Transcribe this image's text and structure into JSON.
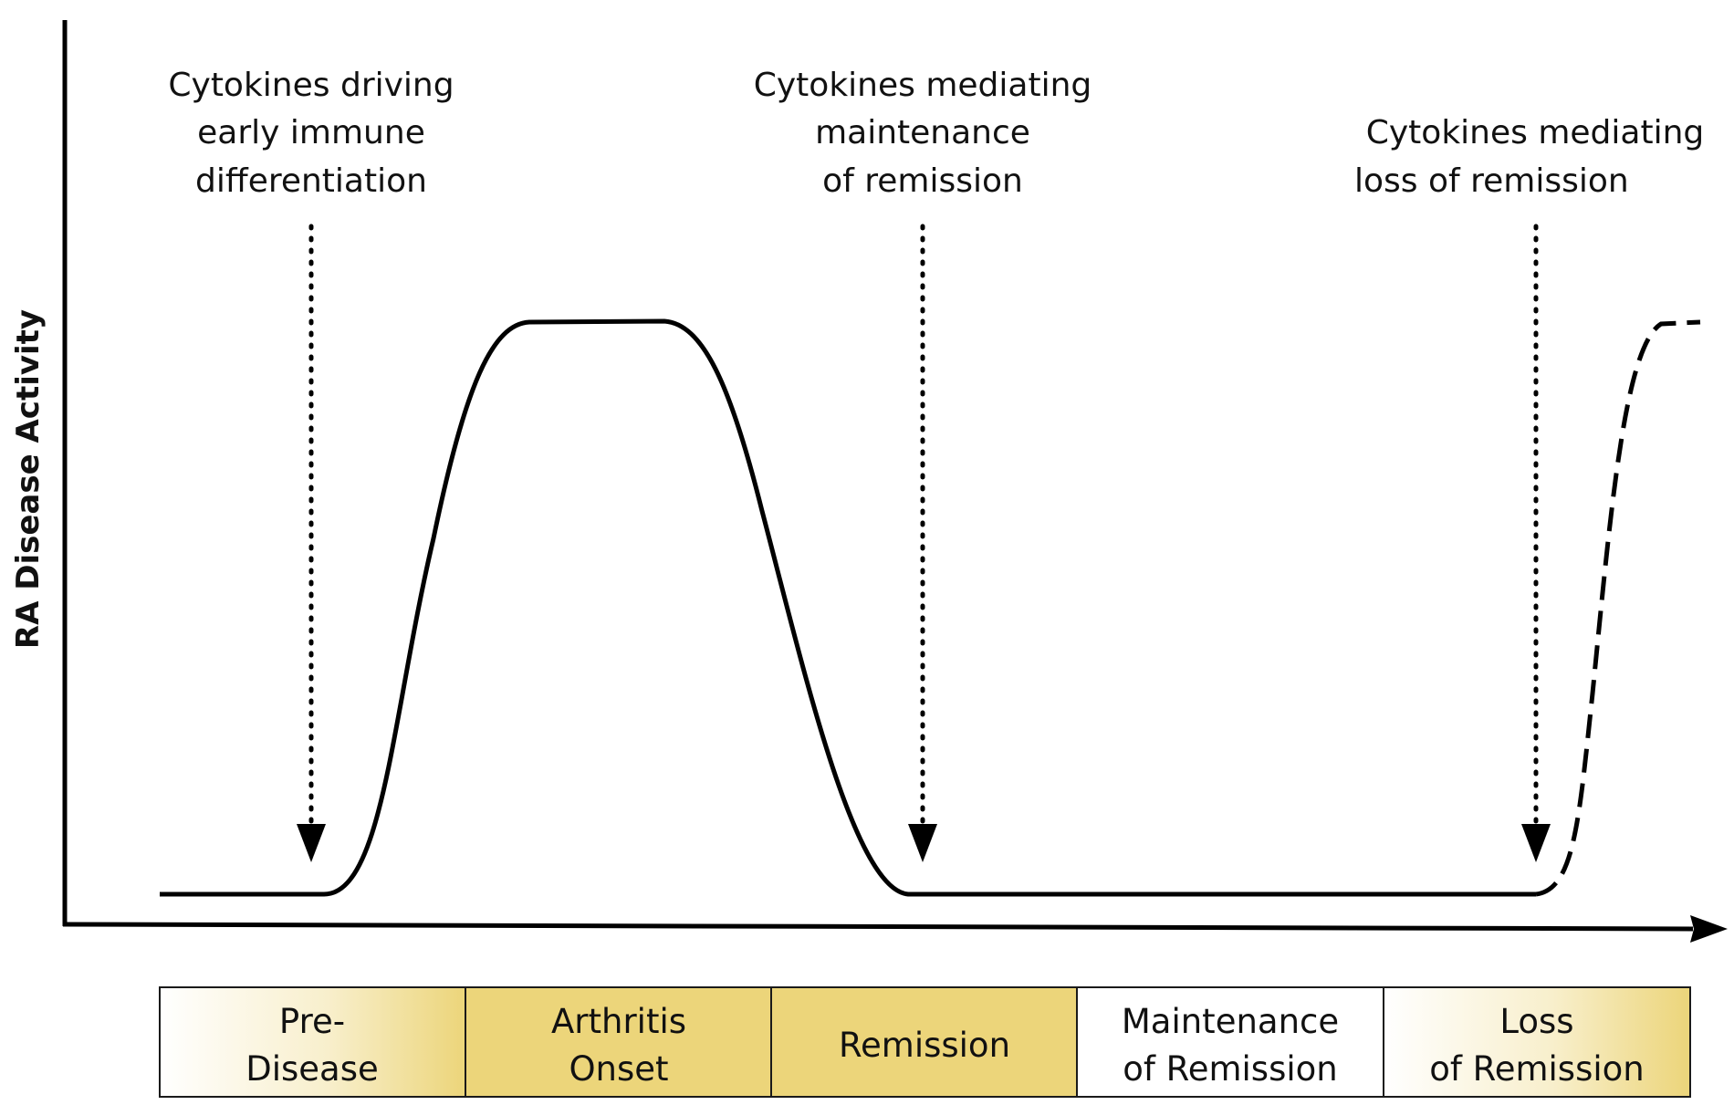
{
  "axis": {
    "y_label": "RA Disease Activity"
  },
  "annotations": [
    {
      "lines": [
        "Cytokines driving",
        "early immune",
        "differentiation"
      ]
    },
    {
      "lines": [
        "Cytokines mediating",
        "maintenance",
        "of remission"
      ]
    },
    {
      "lines": [
        "Cytokines mediating",
        "loss of remission"
      ]
    }
  ],
  "phases": [
    {
      "lines": [
        "Pre-",
        "Disease"
      ],
      "shading": "fade-right"
    },
    {
      "lines": [
        "Arthritis",
        "Onset"
      ],
      "shading": "solid"
    },
    {
      "lines": [
        "Remission"
      ],
      "shading": "solid"
    },
    {
      "lines": [
        "Maintenance",
        "of Remission"
      ],
      "shading": "none"
    },
    {
      "lines": [
        "Loss",
        "of Remission"
      ],
      "shading": "fade-right"
    }
  ],
  "colors": {
    "gold": "#ecd57a",
    "line": "#000000",
    "border": "#1a1a1a"
  }
}
